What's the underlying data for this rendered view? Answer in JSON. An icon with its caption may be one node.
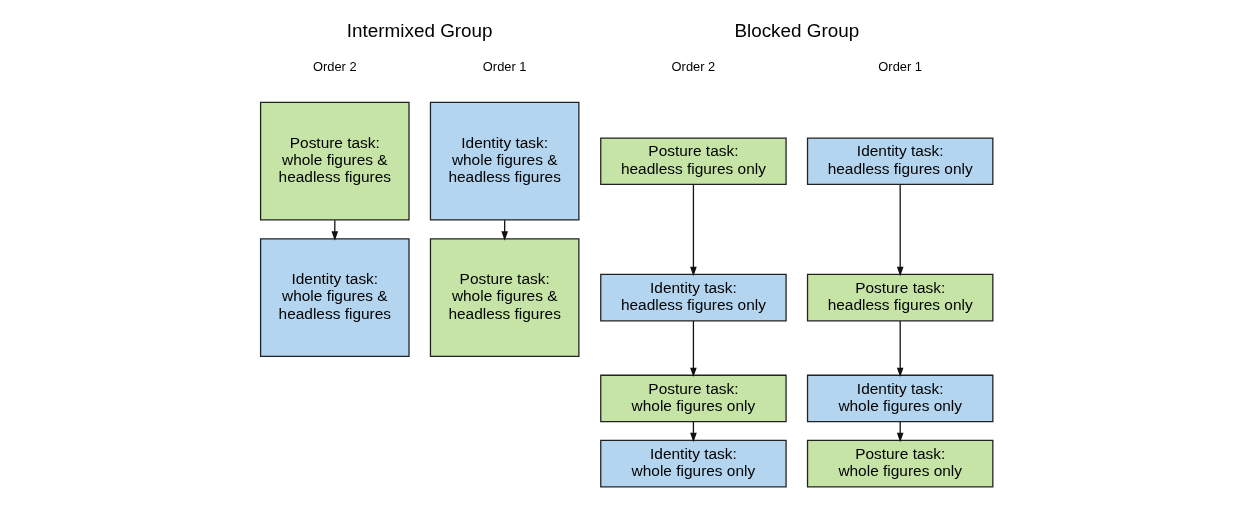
{
  "diagram": {
    "nodes": [
      {
        "text": [
          "Identity task:",
          "whole figures & headless figures"
        ]
      },
      {
        "text": [
          "Posture task:",
          "whole figures & headless figures"
        ]
      },
      {
        "text": [
          "Posture task:",
          "whole figures & headless figures"
        ]
      },
      {
        "text": [
          "Identity task:",
          "whole figures & headless figures"
        ]
      },
      {
        "text": [
          "Identity task:",
          "headless figures only"
        ]
      },
      {
        "text": [
          "Posture task:",
          "headless figures only"
        ]
      },
      {
        "text": [
          "Identity task:",
          "whole figures only"
        ]
      },
      {
        "text": [
          "Posture task:",
          "whole figures only"
        ]
      },
      {
        "text": [
          "Posture task:",
          "headless figures only"
        ]
      },
      {
        "text": [
          "Identity task:",
          "headless figures only"
        ]
      },
      {
        "text": [
          "Posture task:",
          "whole figures only"
        ]
      },
      {
        "text": [
          "Identity task:",
          "whole figures only"
        ]
      }
    ],
    "edges": [
      {
        "from": 0,
        "to": 1,
        "arrow": "to"
      },
      {
        "from": 2,
        "to": 3,
        "arrow": "to"
      },
      {
        "from": 4,
        "to": 5,
        "arrow": "to"
      },
      {
        "from": 5,
        "to": 6,
        "arrow": "to"
      },
      {
        "from": 6,
        "to": 7,
        "arrow": "to"
      },
      {
        "from": 8,
        "to": 9,
        "arrow": "to"
      },
      {
        "from": 9,
        "to": 10,
        "arrow": "to"
      },
      {
        "from": 10,
        "to": 11,
        "arrow": "to"
      }
    ],
    "labels": [
      "Intermixed Group",
      "Blocked Group",
      "Order 1",
      "Order 2",
      "Order 1",
      "Order 2"
    ]
  }
}
